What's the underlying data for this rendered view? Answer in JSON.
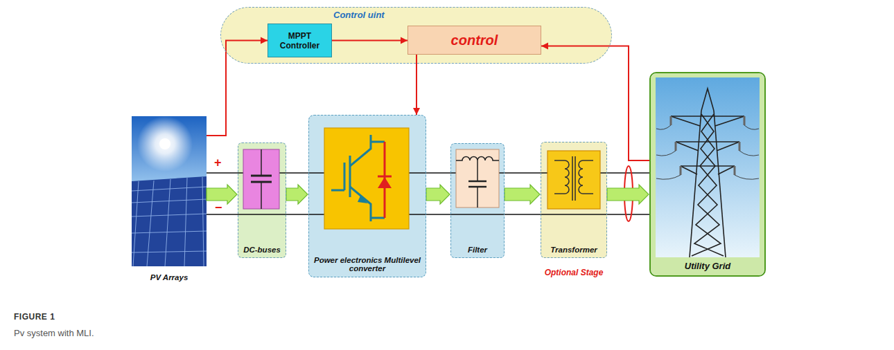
{
  "diagram": {
    "caption": "Pv system with MLI.",
    "nodes": [
      {
        "text": [
          "Control uint"
        ]
      },
      {
        "text": [
          "MPPT Controller"
        ],
        "in": 0
      },
      {
        "text": [
          "control"
        ],
        "in": 0
      },
      {
        "text": [
          "PV Arrays"
        ]
      },
      {
        "text": [
          "DC-buses"
        ]
      },
      {
        "text": [
          "Power electronics Multilevel converter"
        ]
      },
      {
        "text": [
          "Filter"
        ]
      },
      {
        "text": [
          "Transformer"
        ]
      },
      {
        "text": [
          "Utility Grid"
        ]
      }
    ],
    "edges": [
      {
        "from": 3,
        "to": 4,
        "arrow": "to"
      },
      {
        "from": 4,
        "to": 5,
        "arrow": "to"
      },
      {
        "from": 5,
        "to": 6,
        "arrow": "to"
      },
      {
        "from": 6,
        "to": 7,
        "arrow": "to"
      },
      {
        "from": 7,
        "to": 8,
        "arrow": "to"
      },
      {
        "from": 3,
        "to": 1,
        "arrow": "to"
      },
      {
        "from": 1,
        "to": 2,
        "arrow": "to"
      },
      {
        "from": 2,
        "to": 5,
        "arrow": "to"
      },
      {
        "from": 8,
        "to": 2,
        "arrow": "to"
      }
    ],
    "labels": [
      "+",
      "−",
      "Optional Stage",
      "FIGURE 1"
    ]
  }
}
